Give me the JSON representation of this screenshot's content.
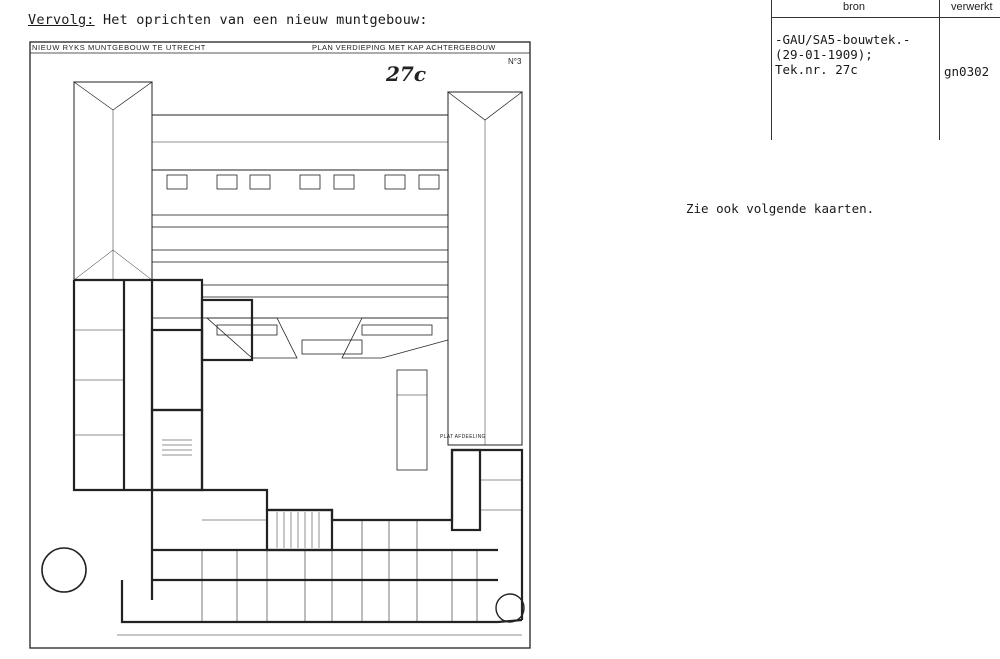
{
  "heading": {
    "lead": "Vervolg:",
    "text": "Het oprichten van een nieuw muntgebouw:"
  },
  "drawing": {
    "title_left": "NIEUW RYKS MUNTGEBOUW TE UTRECHT",
    "title_right": "PLAN VERDIEPING MET KAP ACHTERGEBOUW",
    "sheet_number": "N°3",
    "stamp": "27c",
    "label": "PLAT AFDEELING"
  },
  "source_table": {
    "header_bron": "bron",
    "header_verwerkt": "verwerkt",
    "bron_lines": [
      "-GAU/SA5-bouwtek.-",
      "(29-01-1909);",
      "Tek.nr. 27c"
    ],
    "verwerkt_value": "gn0302"
  },
  "note": "Zie ook volgende kaarten."
}
